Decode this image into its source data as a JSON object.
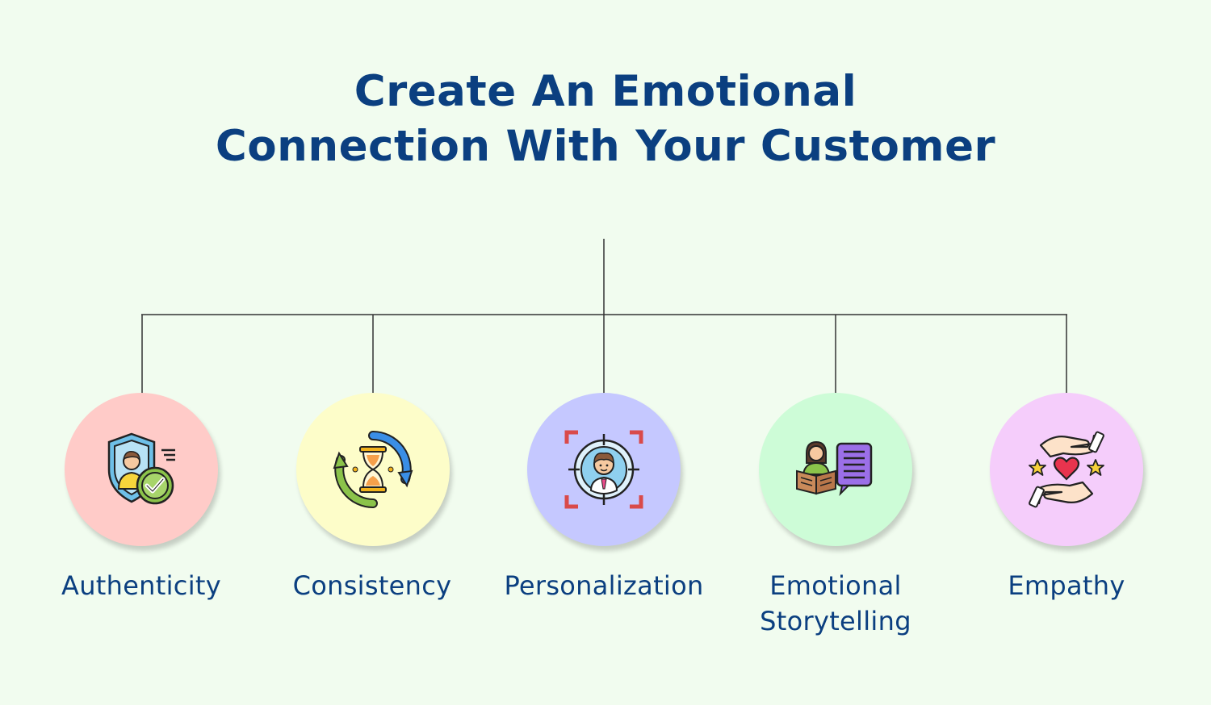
{
  "title": {
    "line1": "Create An Emotional",
    "line2": "Connection With Your Customer"
  },
  "items": [
    {
      "label": "Authenticity",
      "color": "#ffcbc8",
      "icon": "verified-user-icon"
    },
    {
      "label": "Consistency",
      "color": "#fdfdc9",
      "icon": "hourglass-cycle-icon"
    },
    {
      "label": "Personalization",
      "color": "#c5c8ff",
      "icon": "target-person-icon"
    },
    {
      "label": "Emotional\nStorytelling",
      "color": "#cdfcd7",
      "icon": "storyteller-icon"
    },
    {
      "label": "Empathy",
      "color": "#f5cdfb",
      "icon": "caring-hands-icon"
    }
  ],
  "colors": {
    "background": "#f1fcef",
    "text": "#0b3f80",
    "line": "#333333"
  }
}
